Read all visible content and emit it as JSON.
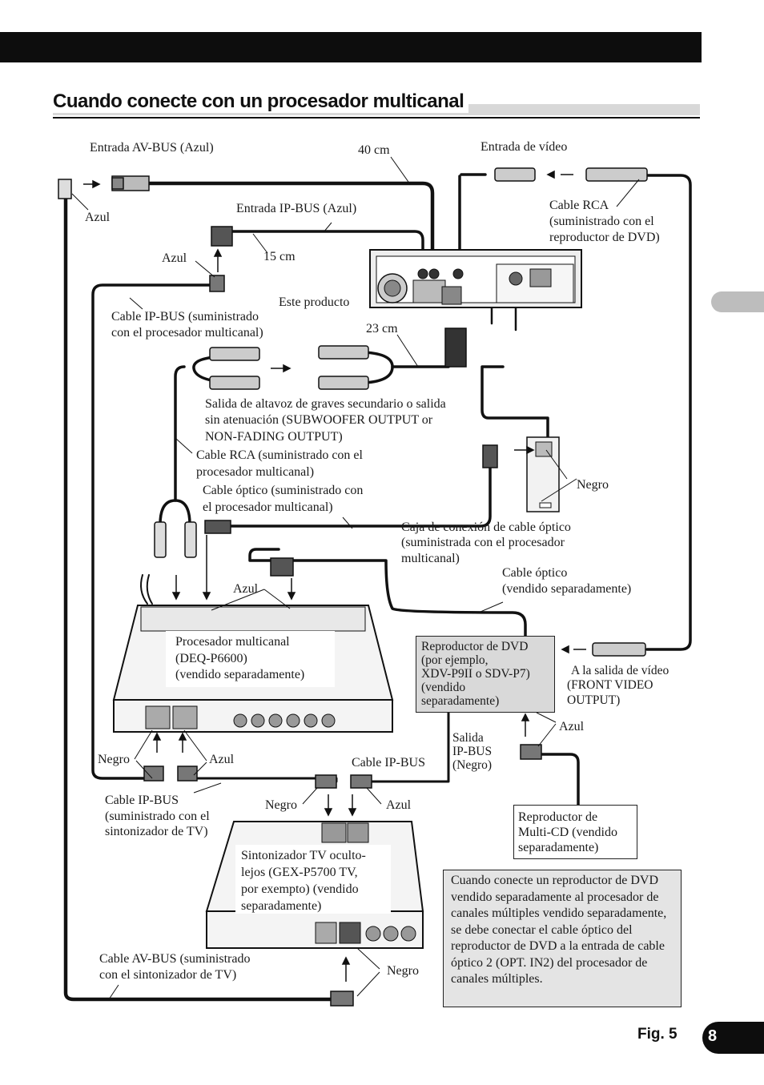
{
  "header": {
    "section_title": "Cuando conecte con un procesador multicanal"
  },
  "footer": {
    "figure_label": "Fig. 5",
    "page_number": "8"
  },
  "labels": {
    "av_bus_input": "Entrada AV-BUS (Azul)",
    "length_40cm": "40 cm",
    "video_input": "Entrada de vídeo",
    "azul_left": "Azul",
    "ip_bus_input": "Entrada IP-BUS (Azul)",
    "rca_cable_dvd_1": "Cable RCA",
    "rca_cable_dvd_2": "(suministrado con el",
    "rca_cable_dvd_3": "reproductor de DVD)",
    "azul_ipbus": "Azul",
    "length_15cm": "15 cm",
    "this_product": "Este producto",
    "ipbus_cable_proc_1": "Cable IP-BUS (suministrado",
    "ipbus_cable_proc_2": "con el procesador multicanal)",
    "length_23cm": "23 cm",
    "sub_output_1": "Salida de altavoz de graves secundario o salida",
    "sub_output_2": "sin atenuación (SUBWOOFER OUTPUT or",
    "sub_output_3": "NON-FADING OUTPUT)",
    "rca_cable_proc_1": "Cable RCA (suministrado con el",
    "rca_cable_proc_2": "procesador multicanal)",
    "optical_cable_proc_1": "Cable óptico  (suministrado con",
    "optical_cable_proc_2": "el procesador multicanal)",
    "negro_junction": "Negro",
    "junction_box_1": "Caja de conexión de cable óptico",
    "junction_box_2": "(suministrada con el procesador",
    "junction_box_3": "multicanal)",
    "optical_sold_1": "Cable óptico",
    "optical_sold_2": "(vendido separadamente)",
    "azul_proc_top": "Azul",
    "processor_1": "Procesador multicanal",
    "processor_2": "(DEQ-P6600)",
    "processor_3": "(vendido separadamente)",
    "dvd_player_1": "Reproductor de DVD",
    "dvd_player_2": "(por ejemplo,",
    "dvd_player_3": "XDV-P9II o SDV-P7)",
    "dvd_player_4": "(vendido",
    "dvd_player_5": "separadamente)",
    "video_out_1": "A la salida de vídeo",
    "video_out_2": "(FRONT VIDEO",
    "video_out_3": "OUTPUT)",
    "azul_dvd": "Azul",
    "ipbus_output_1": "Salida",
    "ipbus_output_2": "IP-BUS",
    "ipbus_output_3": "(Negro)",
    "negro_proc": "Negro",
    "azul_proc_bottom": "Azul",
    "ipbus_cable_mid": "Cable IP-BUS",
    "ipbus_cable_tv_1": "Cable IP-BUS",
    "ipbus_cable_tv_2": "(suministrado con el",
    "ipbus_cable_tv_3": "sintonizador de TV)",
    "negro_tv": "Negro",
    "azul_tv": "Azul",
    "multi_cd_1": "Reproductor de",
    "multi_cd_2": "Multi-CD (vendido",
    "multi_cd_3": "separadamente)",
    "tv_tuner_1": "Sintonizador TV oculto-",
    "tv_tuner_2": "lejos (GEX-P5700 TV,",
    "tv_tuner_3": "por exempto) (vendido",
    "tv_tuner_4": "separadamente)",
    "av_bus_cable_1": "Cable AV-BUS (suministrado",
    "av_bus_cable_2": "con el sintonizador de TV)",
    "negro_bottom": "Negro"
  },
  "note": {
    "text": "Cuando conecte un reproductor de DVD vendido separadamente al procesador de canales múltiples vendido separadamente, se debe conectar el cable óptico del reproductor de DVD a la entrada de cable óptico 2 (OPT. IN2) del procesador de canales múltiples."
  },
  "colors": {
    "dark": "#0d0d0d",
    "panel_gray": "#d9d9d9",
    "tab_gray": "#bdbdbd",
    "note_gray": "#e4e4e4"
  }
}
